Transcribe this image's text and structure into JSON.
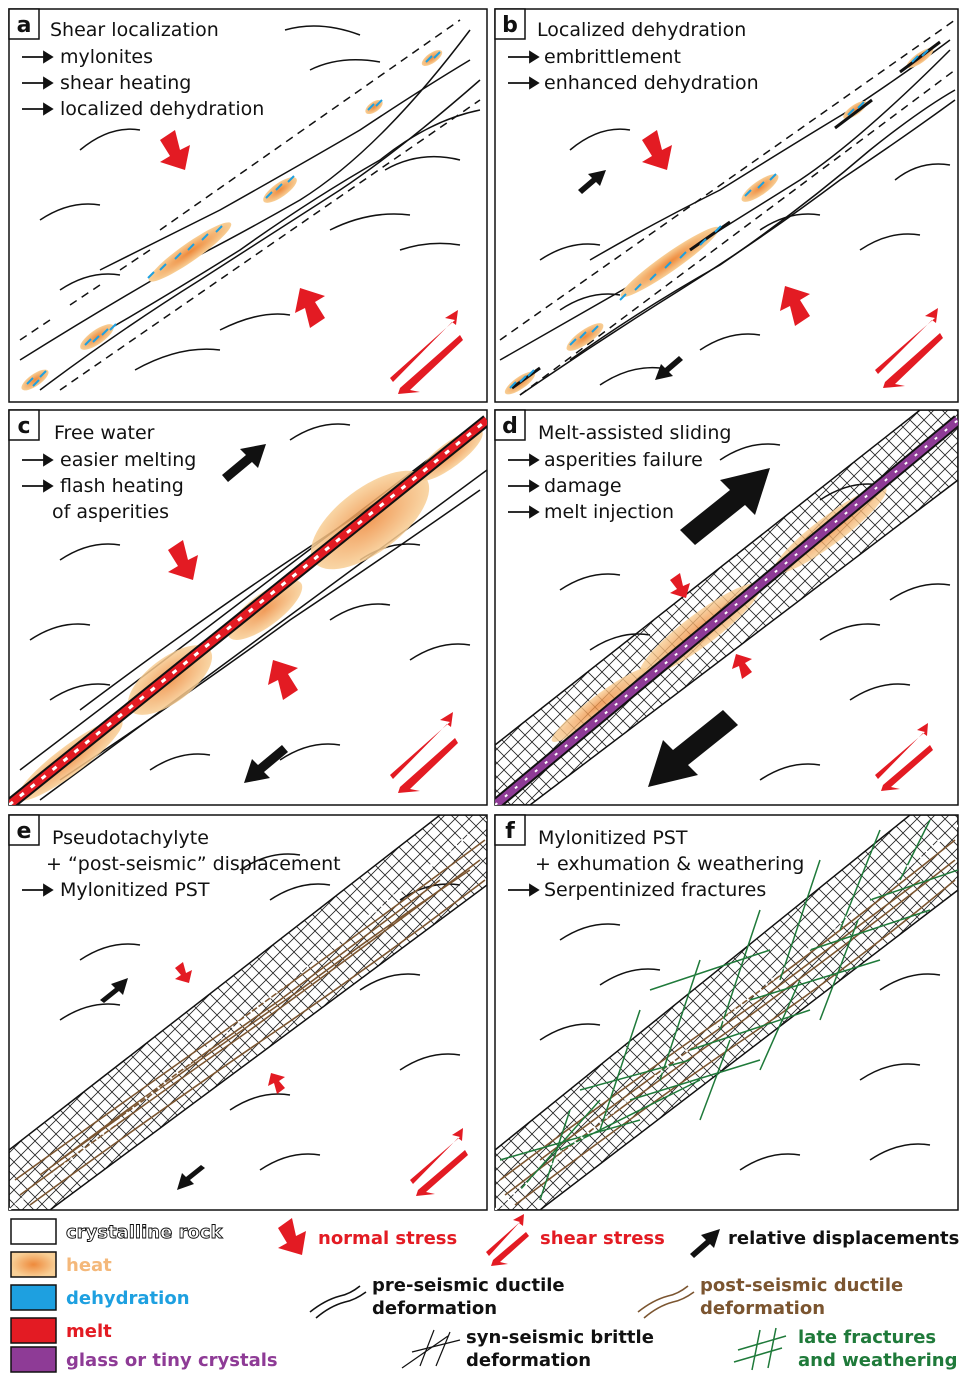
{
  "panels": [
    {
      "id": "a",
      "title": "Shear localization",
      "points": [
        "mylonites",
        "shear heating",
        "localized dehydration"
      ]
    },
    {
      "id": "b",
      "title": "Localized dehydration",
      "points": [
        "embrittlement",
        "enhanced dehydration"
      ]
    },
    {
      "id": "c",
      "title": "Free water",
      "points": [
        "easier melting",
        "flash heating",
        "of asperities"
      ]
    },
    {
      "id": "d",
      "title": "Melt-assisted sliding",
      "points": [
        "asperities failure",
        "damage",
        "melt injection"
      ]
    },
    {
      "id": "e",
      "title": "Pseudotachylyte",
      "points": [
        "+ “post-seismic” displacement",
        "Mylonitized PST"
      ]
    },
    {
      "id": "f",
      "title": "Mylonitized PST",
      "points": [
        "+ exhumation & weathering",
        "Serpentinized fractures"
      ]
    }
  ],
  "legend": {
    "swatches": [
      {
        "label": "crystalline rock",
        "color": "#ffffff"
      },
      {
        "label": "heat",
        "color": "#f4b87a"
      },
      {
        "label": "dehydration",
        "color": "#1ea0e0"
      },
      {
        "label": "melt",
        "color": "#e31b23"
      },
      {
        "label": "glass or tiny crystals",
        "color": "#8e3b96"
      }
    ],
    "symbols": {
      "normal_stress": "normal stress",
      "shear_stress": "shear stress",
      "relative_displacements": "relative displacements",
      "pre_seismic": [
        "pre-seismic ductile",
        "deformation"
      ],
      "post_seismic": [
        "post-seismic ductile",
        "deformation"
      ],
      "syn_seismic": [
        "syn-seismic brittle",
        "deformation"
      ],
      "late_fractures": [
        "late fractures",
        "and weathering"
      ]
    }
  },
  "colors": {
    "red": "#e31b23",
    "blue": "#1ea0e0",
    "heat": "#f4b87a",
    "purple": "#8e3b96",
    "brown": "#7b5530",
    "green": "#1f7a3a",
    "black": "#111111"
  }
}
